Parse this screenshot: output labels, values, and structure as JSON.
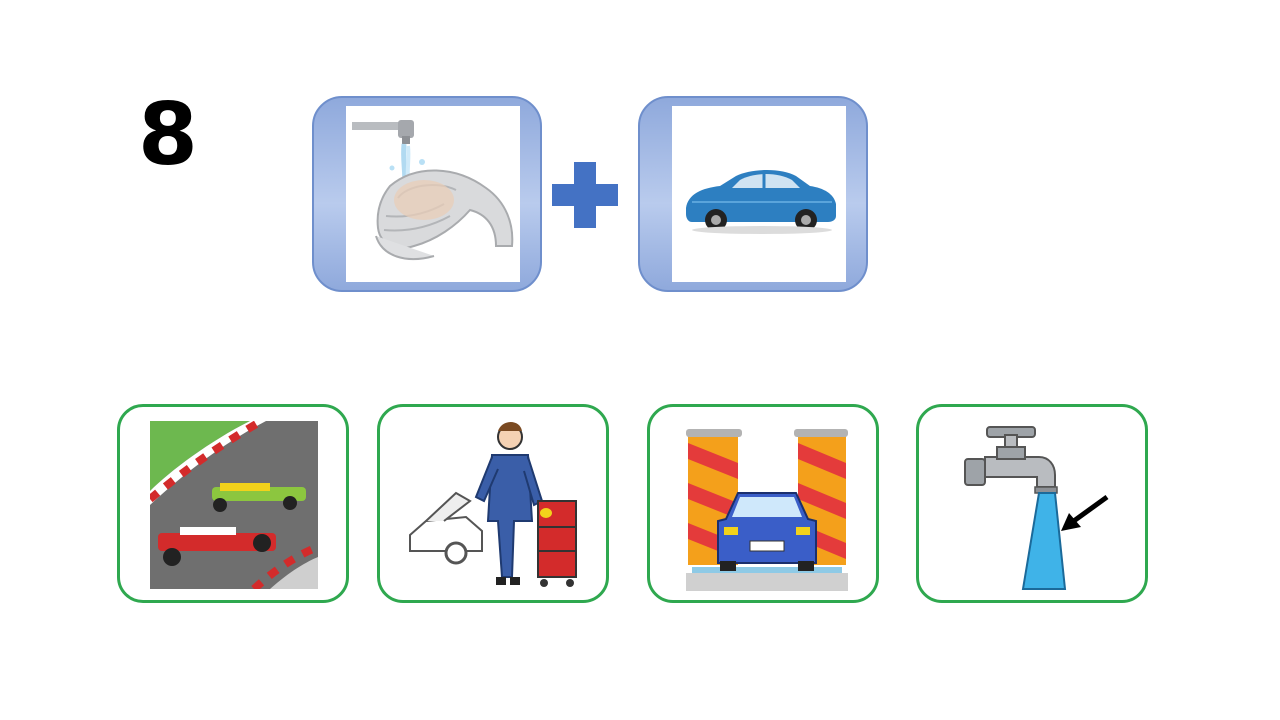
{
  "puzzle": {
    "number": "8"
  },
  "clues": [
    {
      "id": "clue-1",
      "icon": "hand-washing-icon"
    },
    {
      "id": "clue-2",
      "icon": "blue-car-icon"
    }
  ],
  "operator": {
    "icon": "plus-icon",
    "color": "#4472c4"
  },
  "options": [
    {
      "id": "option-1",
      "icon": "race-cars-icon"
    },
    {
      "id": "option-2",
      "icon": "mechanic-icon"
    },
    {
      "id": "option-3",
      "icon": "car-wash-icon"
    },
    {
      "id": "option-4",
      "icon": "water-tap-icon"
    }
  ],
  "colors": {
    "clue_border": "#6f8fcc",
    "option_border": "#2fa84f"
  }
}
